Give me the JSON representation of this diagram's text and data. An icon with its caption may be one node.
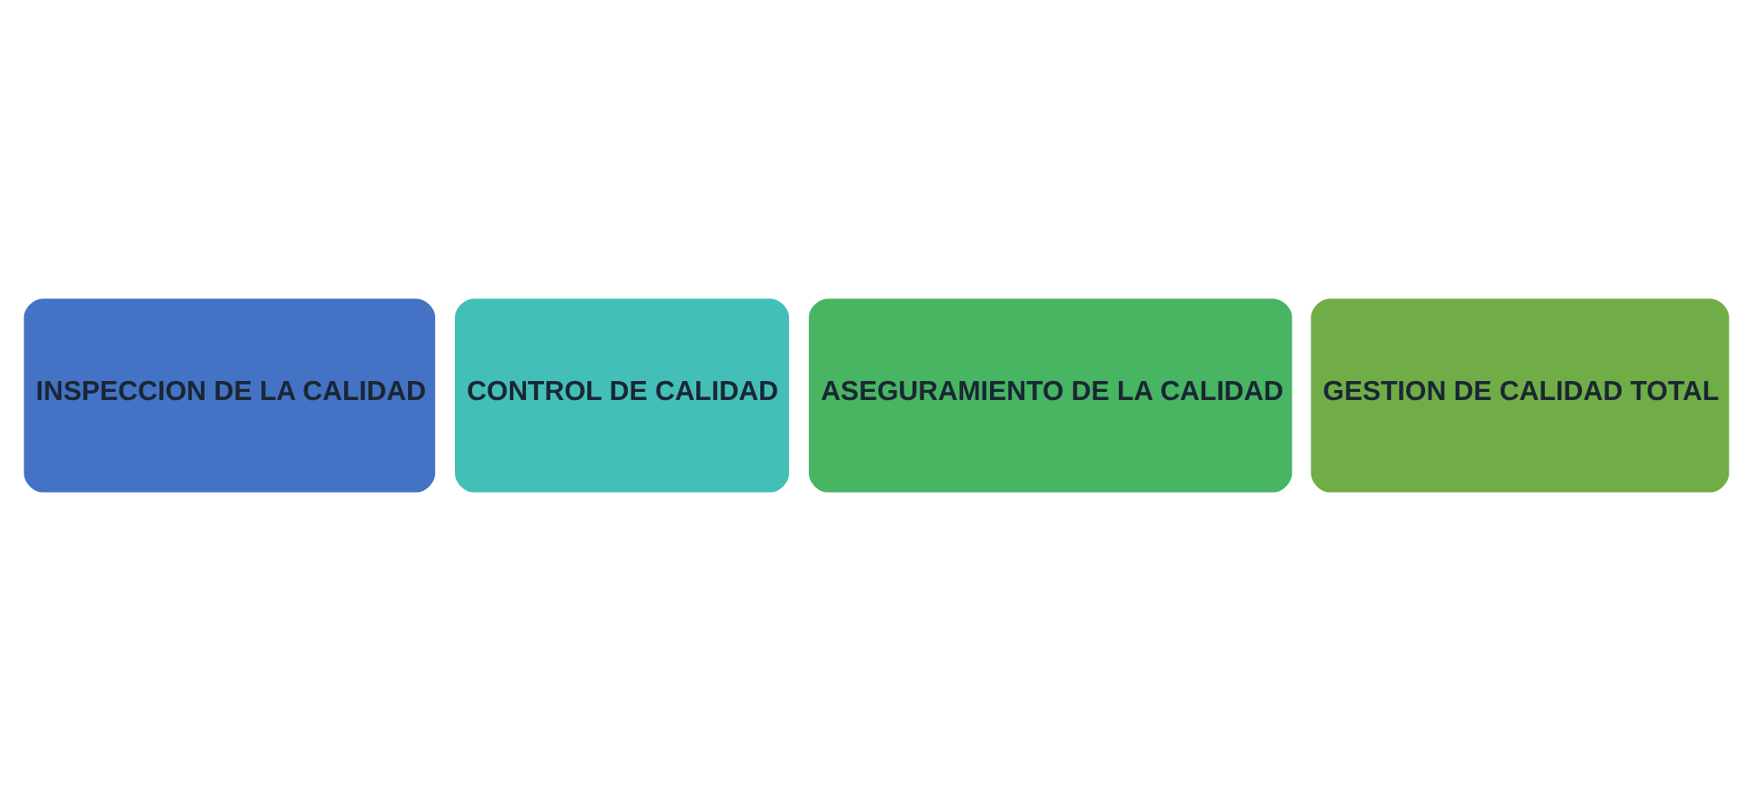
{
  "diagram": {
    "nodes": [
      {
        "text": [
          "INSPECCION DE LA CALIDAD"
        ]
      },
      {
        "text": [
          "CONTROL DE CALIDAD"
        ]
      },
      {
        "text": [
          "ASEGURAMIENTO DE LA CALIDAD"
        ]
      },
      {
        "text": [
          "GESTION DE CALIDAD TOTAL"
        ]
      }
    ]
  }
}
